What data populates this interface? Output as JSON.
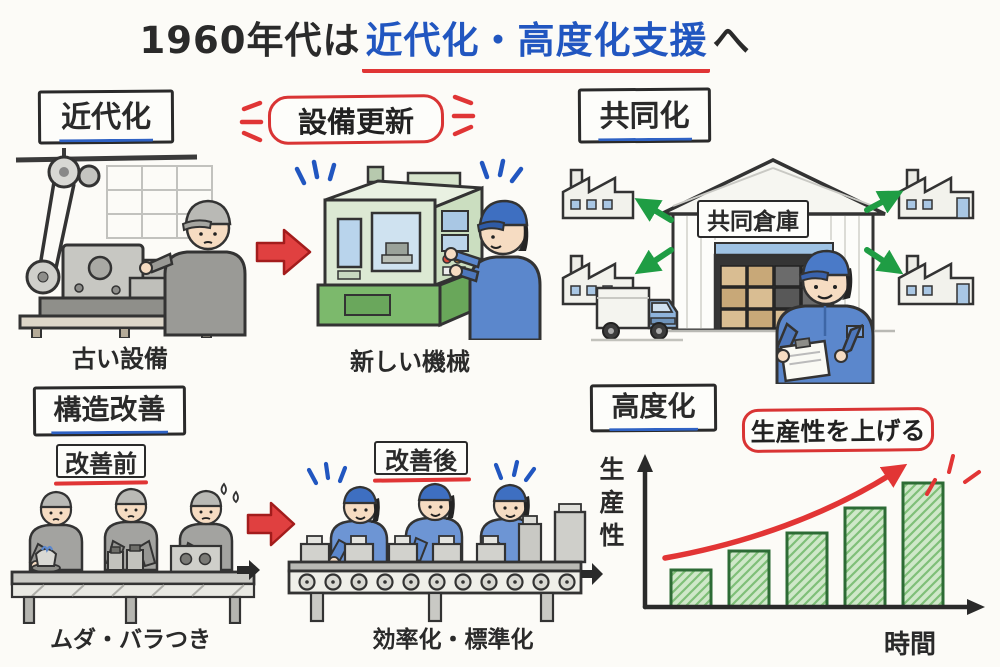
{
  "title": {
    "prefix": "1960年代は",
    "highlight": "近代化・高度化支援",
    "suffix": "へ"
  },
  "sections": {
    "modernization": {
      "label": "近代化",
      "caption": "古い設備"
    },
    "equipment_renewal": {
      "label": "設備更新",
      "caption": "新しい機械"
    },
    "cooperation": {
      "label": "共同化",
      "warehouse_sign": "共同倉庫"
    },
    "structural_improvement": {
      "label": "構造改善",
      "before_label": "改善前",
      "before_caption": "ムダ・バラつき",
      "after_label": "改善後",
      "after_caption": "効率化・標準化"
    },
    "advancement": {
      "label": "高度化",
      "callout": "生産性を上げる"
    }
  },
  "chart_data": {
    "type": "bar",
    "values": [
      30,
      45,
      60,
      80,
      100
    ],
    "title": "生産性を上げる",
    "xlabel": "時間",
    "ylabel": "生産性",
    "ylim": [
      0,
      110
    ],
    "grid": false,
    "legend": false,
    "bar_fill": "#cfe8c9",
    "bar_hatch": "#7fbf78",
    "bar_border": "#2d6b35",
    "annotations": [
      "rising red trend arrow above bars"
    ]
  },
  "colors": {
    "accent_blue": "#2156c0",
    "accent_red": "#e03535",
    "green_arrow": "#1f9d44",
    "ink": "#2a2a2a",
    "paper": "#fcfbf7"
  }
}
